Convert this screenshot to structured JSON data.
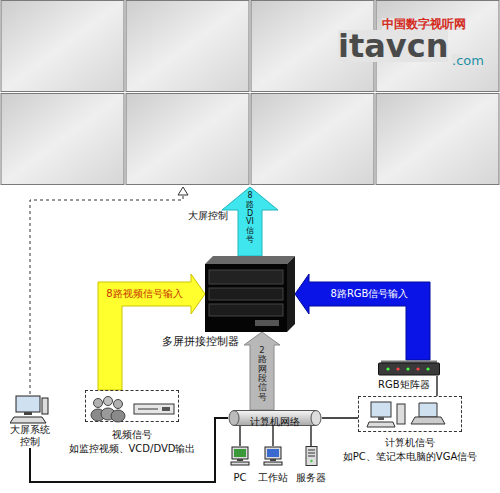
{
  "diagram": {
    "nodes": [
      {
        "text": [
          "多屏拼接控制器"
        ]
      },
      {
        "text": [
          "视频信号",
          "如监控视频、VCD/DVD输出"
        ]
      },
      {
        "text": [
          "计算机网络"
        ]
      },
      {
        "text": [
          "RGB矩阵器"
        ]
      },
      {
        "text": [
          "计算机信号",
          "如PC、笔记本电脑的VGA信号"
        ]
      },
      {
        "text": [
          "大屏系统 控制"
        ]
      },
      {
        "text": [
          "PC"
        ]
      },
      {
        "text": [
          "工作站"
        ]
      },
      {
        "text": [
          "服务器"
        ]
      }
    ],
    "edges": [
      {
        "from": 1,
        "to": 0,
        "arrow": "to",
        "label": "8路视频信号输入"
      },
      {
        "from": 3,
        "to": 0,
        "arrow": "to",
        "label": "8路RGB信号输入"
      },
      {
        "from": 2,
        "to": 0,
        "arrow": "to",
        "label": "2路网段信号"
      },
      {
        "from": 3,
        "to": 4,
        "arrow": "none"
      },
      {
        "from": 2,
        "to": 4,
        "arrow": "none"
      },
      {
        "from": 5,
        "to": 2,
        "arrow": "none"
      },
      {
        "from": 2,
        "to": 6,
        "arrow": "none"
      },
      {
        "from": 2,
        "to": 7,
        "arrow": "none"
      },
      {
        "from": 2,
        "to": 8,
        "arrow": "none"
      }
    ],
    "labels": [
      "8路DVI信号",
      "大屏控制",
      "中国数字视听网",
      "itavcn",
      ".com"
    ]
  }
}
